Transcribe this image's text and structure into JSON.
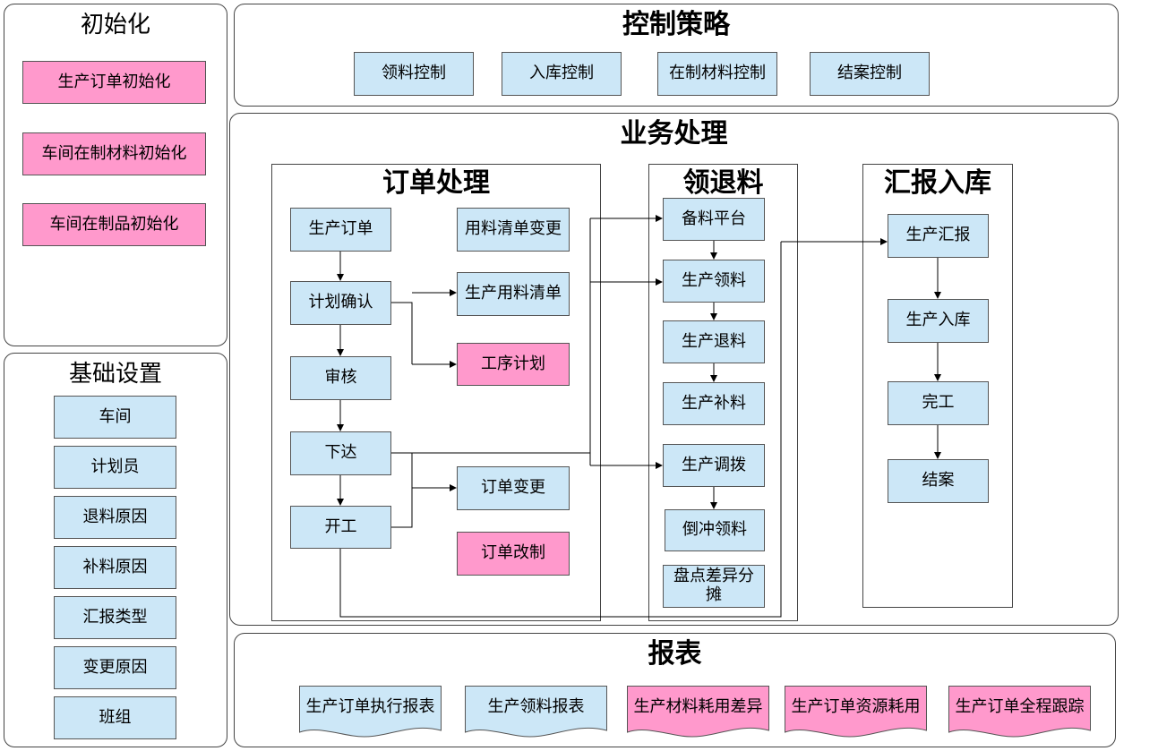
{
  "init": {
    "title": "初始化",
    "items": [
      "生产订单初始化",
      "车间在制材料初始化",
      "车间在制品初始化"
    ]
  },
  "basic": {
    "title": "基础设置",
    "items": [
      "车间",
      "计划员",
      "退料原因",
      "补料原因",
      "汇报类型",
      "变更原因",
      "班组"
    ]
  },
  "control": {
    "title": "控制策略",
    "items": [
      "领料控制",
      "入库控制",
      "在制材料控制",
      "结案控制"
    ]
  },
  "business": {
    "title": "业务处理",
    "order": {
      "title": "订单处理",
      "production_order": "生产订单",
      "plan_confirm": "计划确认",
      "audit": "审核",
      "release": "下达",
      "start": "开工",
      "bom_change": "用料清单变更",
      "material_list": "生产用料清单",
      "process_plan": "工序计划",
      "order_change": "订单变更",
      "order_rework": "订单改制"
    },
    "material": {
      "title": "领退料",
      "prep_platform": "备料平台",
      "pick": "生产领料",
      "return": "生产退料",
      "supplement": "生产补料",
      "transfer": "生产调拨",
      "backflush": "倒冲领料",
      "inventory_diff": "盘点差异分摊"
    },
    "report": {
      "title": "汇报入库",
      "prod_report": "生产汇报",
      "stock_in": "生产入库",
      "complete": "完工",
      "close": "结案"
    }
  },
  "reports": {
    "title": "报表",
    "items": [
      {
        "label": "生产订单执行报表",
        "color": "#cce7f7"
      },
      {
        "label": "生产领料报表",
        "color": "#cce7f7"
      },
      {
        "label": "生产材料耗用差异",
        "color": "#ff99cc"
      },
      {
        "label": "生产订单资源耗用",
        "color": "#ff99cc"
      },
      {
        "label": "生产订单全程跟踪",
        "color": "#ff99cc"
      }
    ]
  },
  "colors": {
    "box_blue": "#cce7f7",
    "box_pink": "#ff99cc",
    "border": "#444444"
  }
}
